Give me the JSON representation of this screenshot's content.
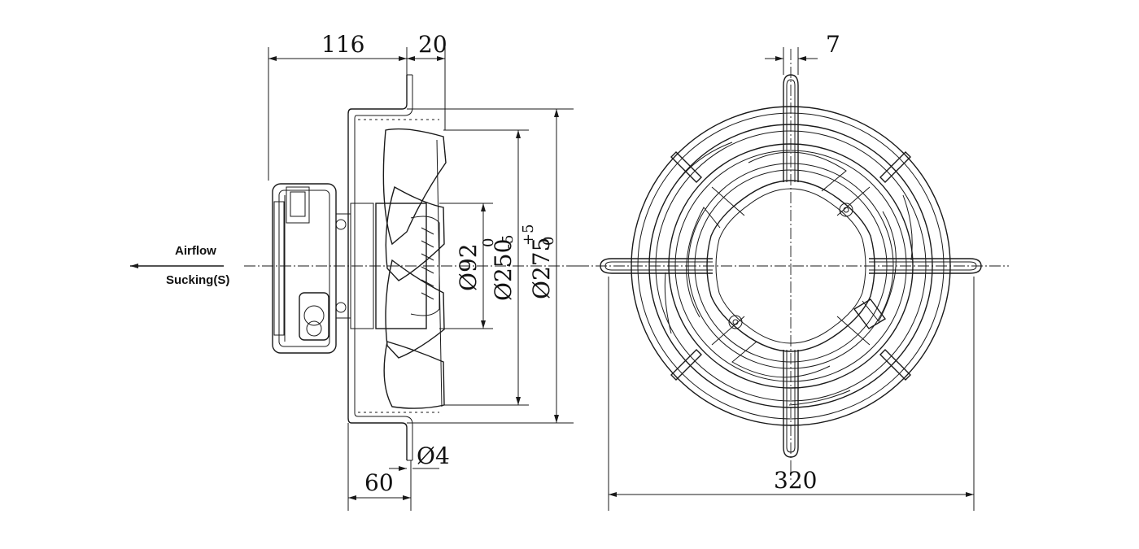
{
  "labels": {
    "airflow": "Airflow",
    "sucking": "Sucking(S)"
  },
  "dimensions": {
    "motor_length": "116",
    "flange_offset": "20",
    "bracket_depth": "60",
    "hole_dia": "Ø4",
    "bolt_width": "7",
    "overall_width": "320",
    "hub_dia": "Ø92",
    "venturi_dia": "Ø250",
    "venturi_tol_upper": "0",
    "venturi_tol_lower": "-5",
    "outer_dia": "Ø275",
    "outer_tol_upper": "+5",
    "outer_tol_lower": "0"
  },
  "colors": {
    "line": "#1a1a1a",
    "background": "#ffffff"
  }
}
